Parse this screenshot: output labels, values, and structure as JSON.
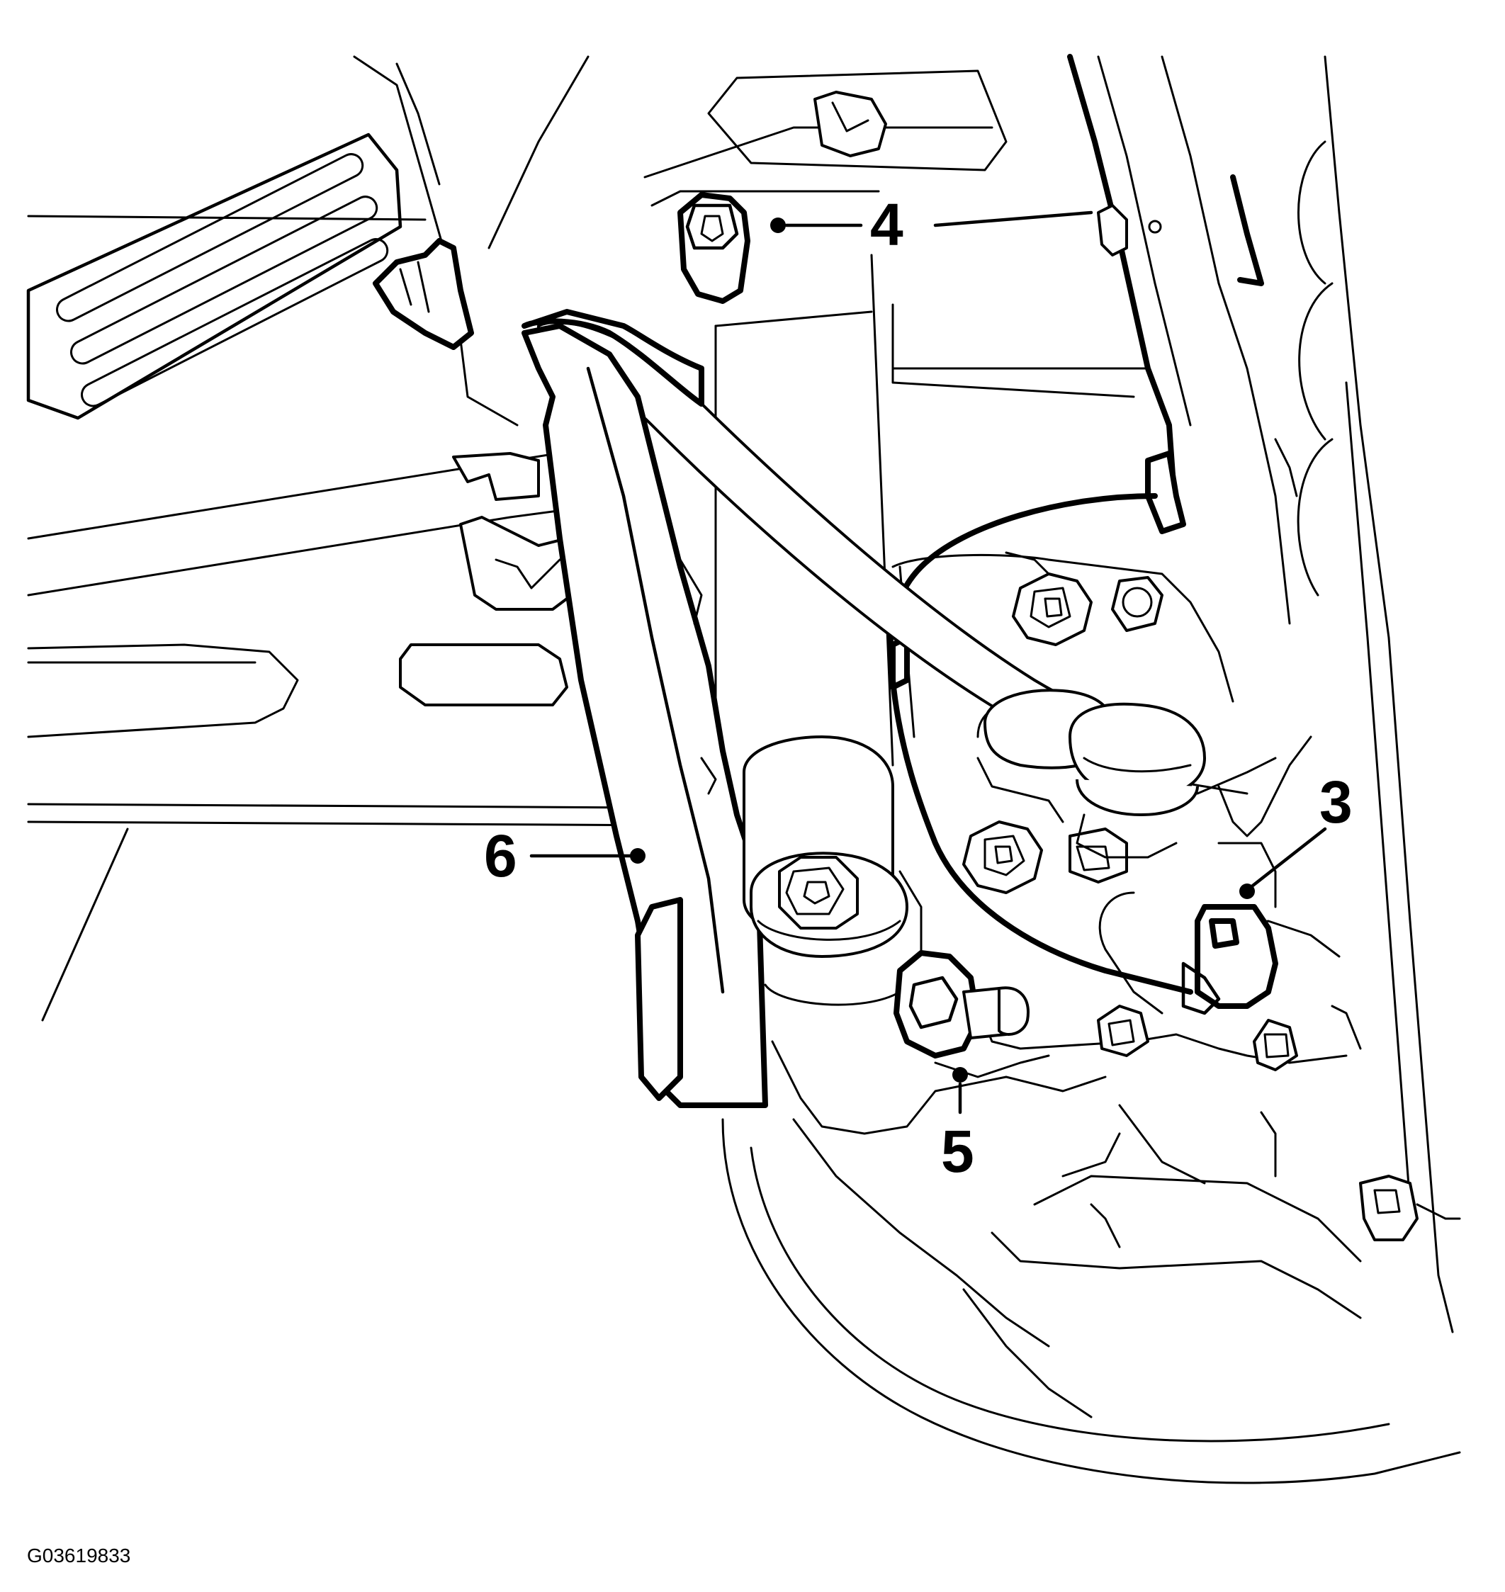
{
  "figure_id": "G03619833",
  "callouts": [
    {
      "label": "3"
    },
    {
      "label": "4"
    },
    {
      "label": "5"
    },
    {
      "label": "6"
    }
  ]
}
